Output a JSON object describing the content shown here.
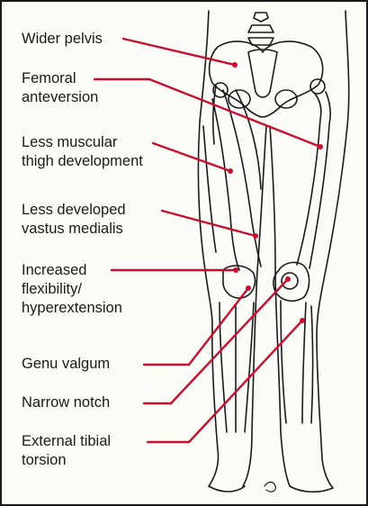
{
  "labels": {
    "wider_pelvis": "Wider pelvis",
    "femoral_anteversion_1": "Femoral",
    "femoral_anteversion_2": "anteversion",
    "less_muscular_1": "Less muscular",
    "less_muscular_2": "thigh development",
    "less_developed_1": "Less developed",
    "less_developed_2": "vastus medialis",
    "flexibility_1": "Increased",
    "flexibility_2": "flexibility/",
    "flexibility_3": "hyperextension",
    "genu_valgum": "Genu valgum",
    "narrow_notch": "Narrow notch",
    "external_tibial_1": "External tibial",
    "external_tibial_2": "torsion"
  },
  "colors": {
    "leader_line": "#c8102e",
    "outline": "#1a1a1a",
    "background": "#fbfbf8"
  }
}
